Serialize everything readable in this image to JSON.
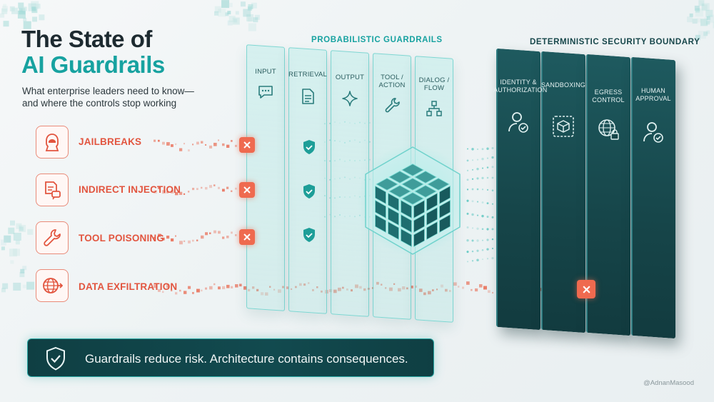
{
  "title": {
    "line1": "The State of",
    "line2": "AI Guardrails",
    "subtitle": "What enterprise leaders need to know— and where the controls stop working"
  },
  "threats": [
    {
      "label": "JAILBREAKS",
      "icon": "hooded-attacker-icon"
    },
    {
      "label": "INDIRECT INJECTION",
      "icon": "document-chat-icon"
    },
    {
      "label": "TOOL POISONING",
      "icon": "wrench-icon"
    },
    {
      "label": "DATA EXFILTRATION",
      "icon": "globe-arrow-icon"
    }
  ],
  "probabilistic": {
    "heading": "PROBABILISTIC GUARDRAILS",
    "panels": [
      {
        "label": "INPUT",
        "icon": "chat-bubble-icon"
      },
      {
        "label": "RETRIEVAL",
        "icon": "document-icon"
      },
      {
        "label": "OUTPUT",
        "icon": "sparkle-icon"
      },
      {
        "label": "TOOL / ACTION",
        "icon": "wrench-icon"
      },
      {
        "label": "DIALOG / FLOW",
        "icon": "flow-icon"
      }
    ]
  },
  "deterministic": {
    "heading": "DETERMINISTIC SECURITY BOUNDARY",
    "panels": [
      {
        "label": "IDENTITY & AUTHORIZATION",
        "icon": "user-check-icon"
      },
      {
        "label": "SANDBOXING",
        "icon": "sandbox-box-icon"
      },
      {
        "label": "EGRESS CONTROL",
        "icon": "globe-lock-icon"
      },
      {
        "label": "HUMAN APPROVAL",
        "icon": "user-approve-icon"
      }
    ]
  },
  "banner": {
    "text": "Guardrails reduce risk. Architecture contains consequences.",
    "icon": "shield-check-icon"
  },
  "watermark": "@AdnanMasood",
  "colors": {
    "accent": "#17a2a0",
    "threat": "#e2553f",
    "dark_panel": "#164549",
    "title": "#1d2a30"
  }
}
